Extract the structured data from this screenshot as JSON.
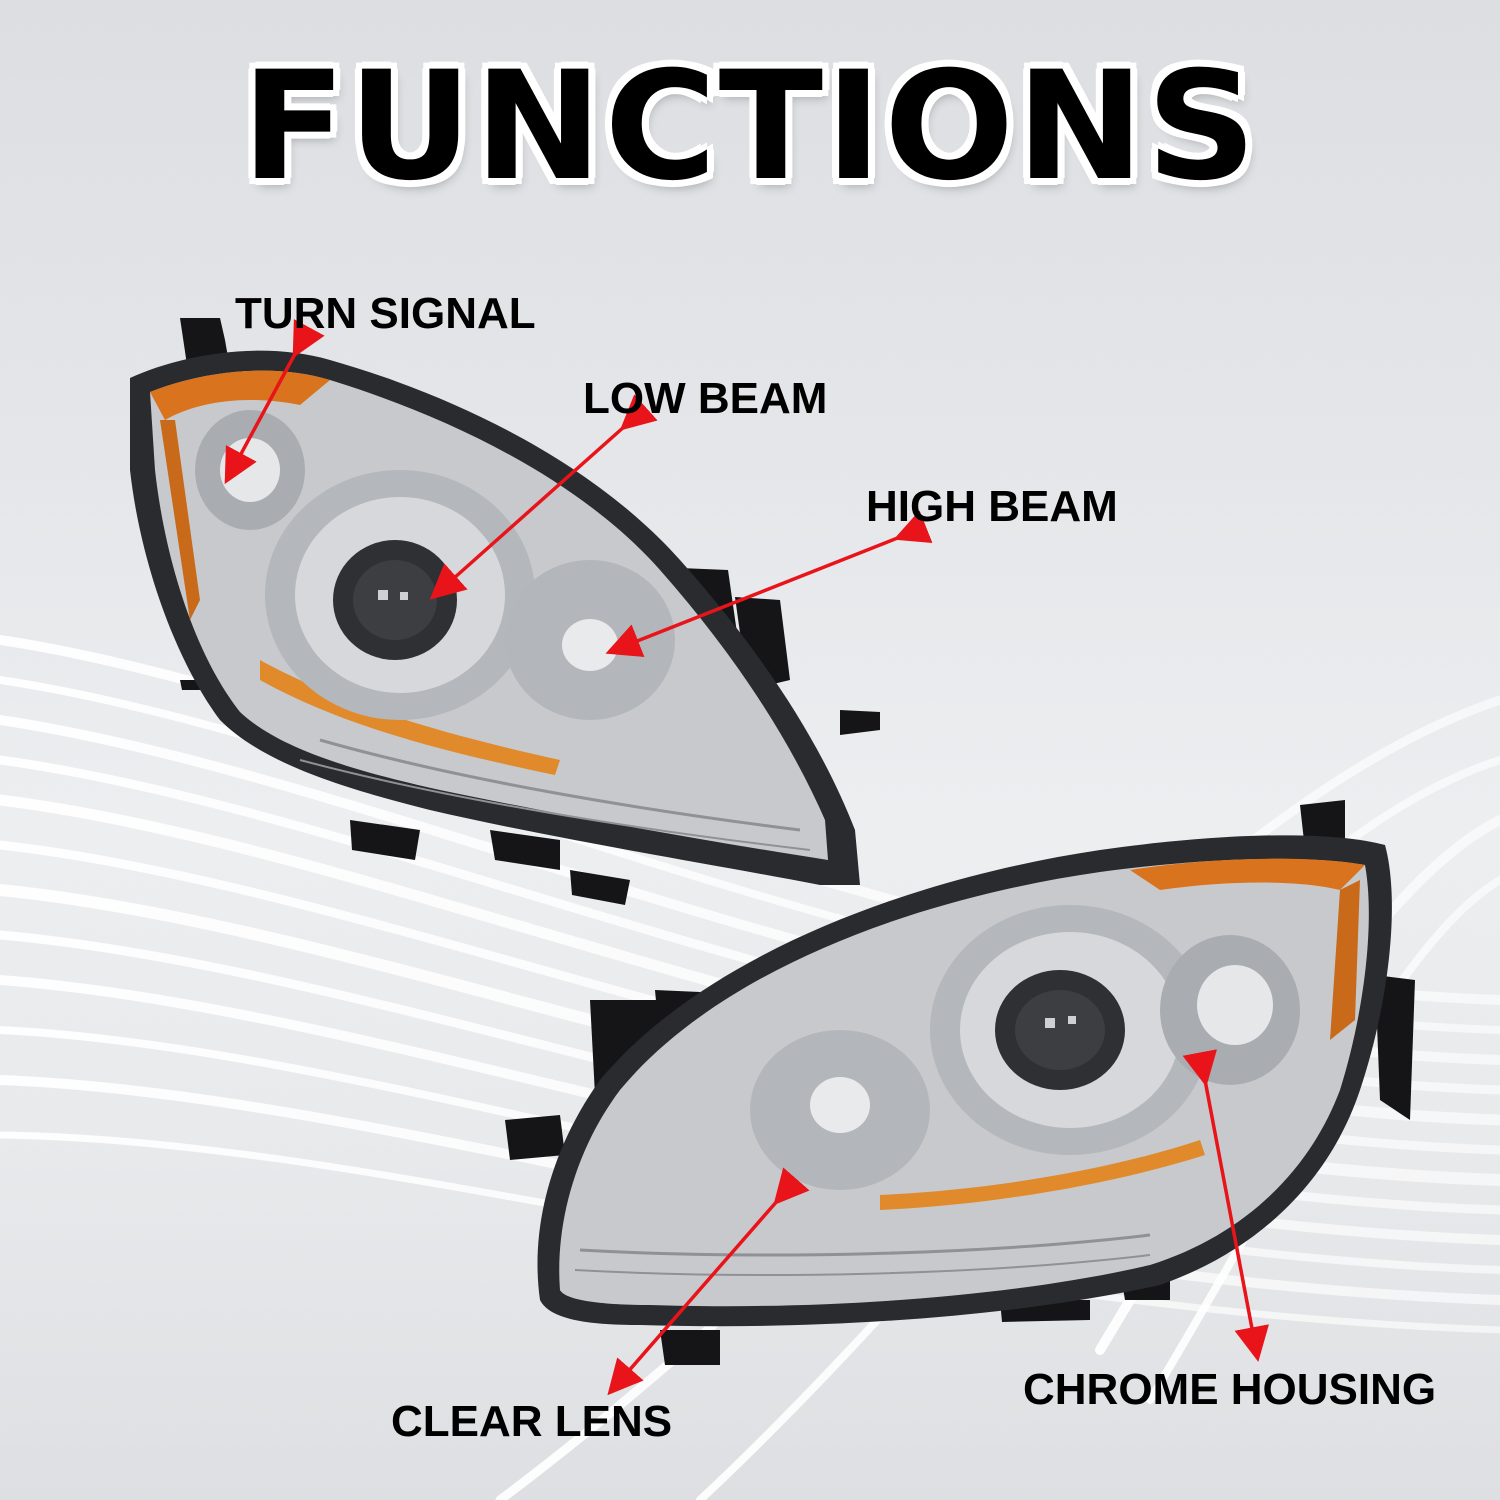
{
  "title": "FUNCTIONS",
  "colors": {
    "background": "#e4e6e9",
    "title_text": "#000000",
    "title_outline": "#ffffff",
    "arrow": "#e8141a",
    "amber_reflector": "#d9731d",
    "housing_dark": "#1c1c1e",
    "chrome": "#c9ccd0"
  },
  "images": {
    "top_headlight": "headlight-driver-side",
    "bottom_headlight": "headlight-passenger-side"
  },
  "callouts": [
    {
      "id": "turn-signal",
      "label": "TURN SIGNAL"
    },
    {
      "id": "low-beam",
      "label": "LOW BEAM"
    },
    {
      "id": "high-beam",
      "label": "HIGH BEAM"
    },
    {
      "id": "clear-lens",
      "label": "CLEAR LENS"
    },
    {
      "id": "chrome-housing",
      "label": "CHROME HOUSING"
    }
  ]
}
